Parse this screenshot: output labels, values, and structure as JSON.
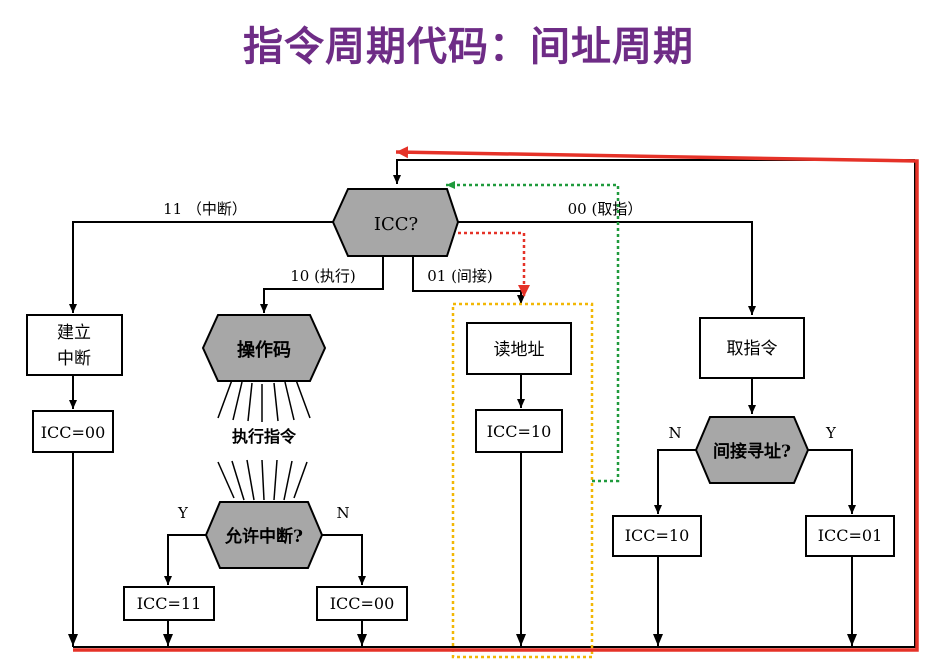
{
  "title": "指令周期代码：间址周期",
  "colors": {
    "title": "#6e2c86",
    "line": "#000000",
    "hex_fill": "#a7a7a7",
    "highlight_box": "#f2b705",
    "return_red": "#e53228",
    "dotted_red": "#e53228",
    "dotted_green": "#1f9a3c"
  },
  "diagram": {
    "decision_main": "ICC?",
    "branch_interrupt": "11 （中断）",
    "branch_fetch": "00 (取指）",
    "branch_execute": "10 (执行)",
    "branch_indirect": "01 (间接)",
    "box_interrupt": [
      "建立",
      "中断"
    ],
    "icc_interrupt": "ICC=00",
    "hex_opcode": "操作码",
    "execute_label": "执行指令",
    "hex_allow_interrupt": "允许中断?",
    "yes": "Y",
    "no": "N",
    "icc_allow_yes": "ICC=11",
    "icc_allow_no": "ICC=00",
    "box_read_address": "读地址",
    "icc_indirect": "ICC=10",
    "box_fetch": "取指令",
    "hex_indirect_addressing": "间接寻址?",
    "icc_fetch_no": "ICC=10",
    "icc_fetch_yes": "ICC=01"
  }
}
